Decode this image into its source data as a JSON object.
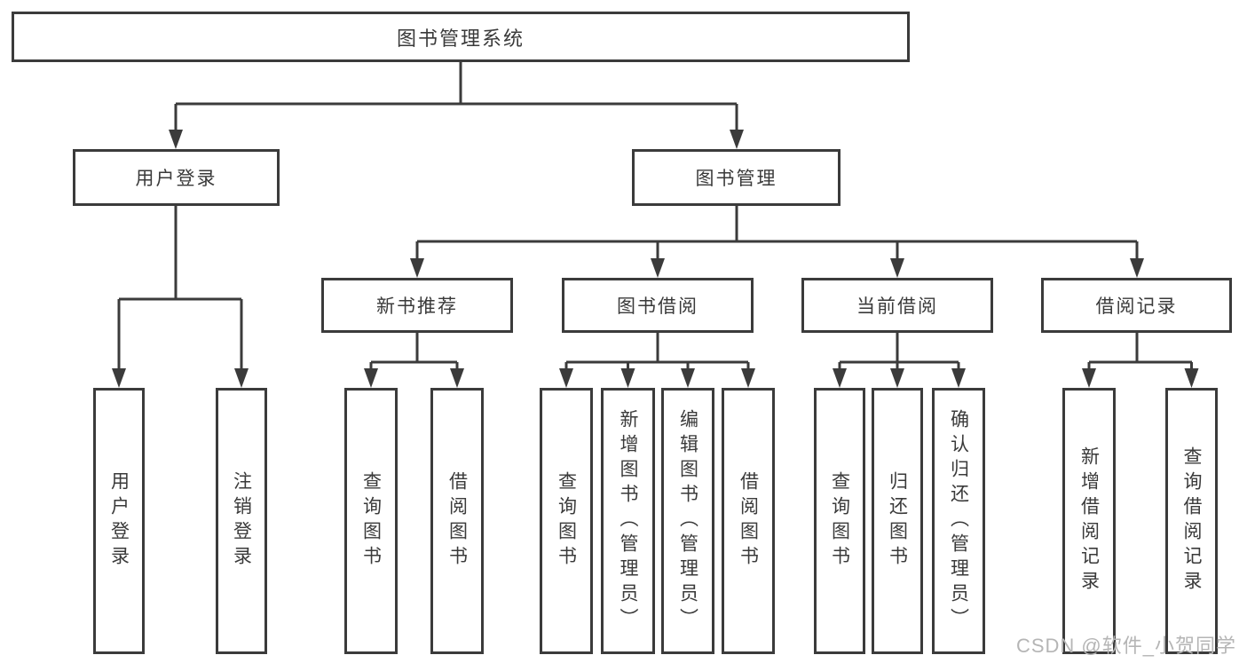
{
  "diagram": {
    "type": "hierarchy-tree",
    "colors": {
      "line": "#3b3b3b",
      "box_border": "#3b3b3b",
      "text": "#3a3a3a",
      "background": "#ffffff",
      "watermark": "#b5b5b5"
    },
    "tree": {
      "root": {
        "label": "图书管理系统"
      },
      "children": [
        {
          "label": "用户登录",
          "children": [
            {
              "label": "用户登录"
            },
            {
              "label": "注销登录"
            }
          ]
        },
        {
          "label": "图书管理",
          "children": [
            {
              "label": "新书推荐",
              "children": [
                {
                  "label": "查询图书"
                },
                {
                  "label": "借阅图书"
                }
              ]
            },
            {
              "label": "图书借阅",
              "children": [
                {
                  "label": "查询图书"
                },
                {
                  "label": "新增图书（管理员）"
                },
                {
                  "label": "编辑图书（管理员）"
                },
                {
                  "label": "借阅图书"
                }
              ]
            },
            {
              "label": "当前借阅",
              "children": [
                {
                  "label": "查询图书"
                },
                {
                  "label": "归还图书"
                },
                {
                  "label": "确认归还（管理员）"
                }
              ]
            },
            {
              "label": "借阅记录",
              "children": [
                {
                  "label": "新增借阅记录"
                },
                {
                  "label": "查询借阅记录"
                }
              ]
            }
          ]
        }
      ]
    }
  },
  "watermark": {
    "text": "CSDN @软件_小贺同学"
  }
}
